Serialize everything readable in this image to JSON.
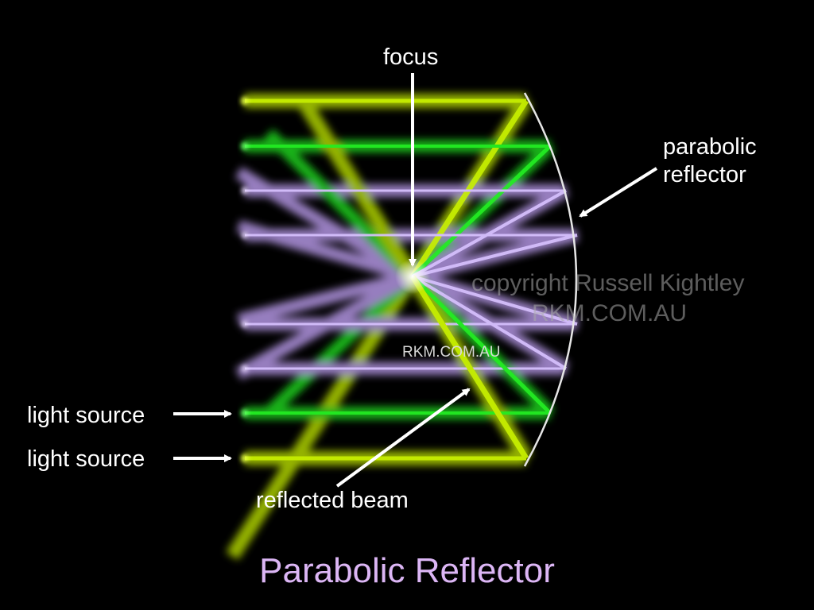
{
  "labels": {
    "focus": "focus",
    "parabolic_line1": "parabolic",
    "parabolic_line2": "reflector",
    "light_source_1": "light source",
    "light_source_2": "light source",
    "reflected_beam": "reflected beam"
  },
  "title": "Parabolic Reflector",
  "watermark": {
    "line1": "copyright Russell Kightley",
    "line2": "RKM.COM.AU",
    "small": "RKM.COM.AU"
  },
  "colors": {
    "background": "#000000",
    "yellow_green_beam": "#c8f000",
    "green_beam": "#22ee22",
    "violet_beam": "#c9a8ff",
    "reflector": "#e6e6e6",
    "title": "#dcb6f5",
    "label": "#ffffff"
  }
}
